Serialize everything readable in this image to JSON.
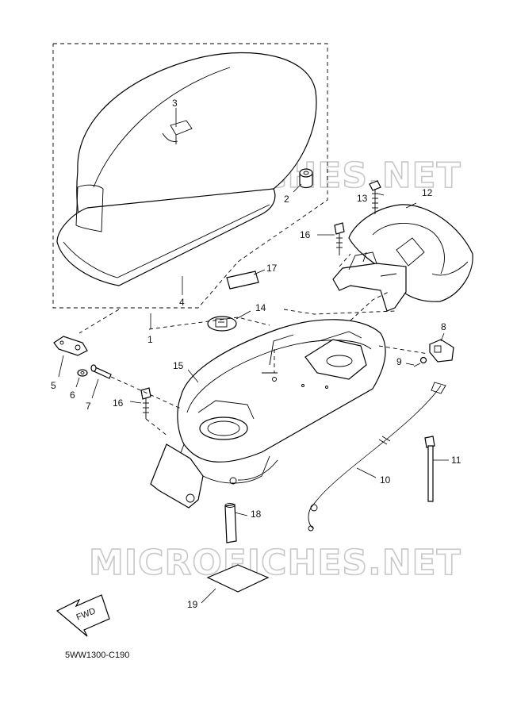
{
  "watermark": "MICROFICHES.NET",
  "diagram_code": "5WW1300-C190",
  "fwd_label": "FWD",
  "callouts": {
    "c1": "1",
    "c2": "2",
    "c3": "3",
    "c4": "4",
    "c5": "5",
    "c6": "6",
    "c7": "7",
    "c8": "8",
    "c9": "9",
    "c10": "10",
    "c11": "11",
    "c12": "12",
    "c13": "13",
    "c14": "14",
    "c15": "15",
    "c16a": "16",
    "c16b": "16",
    "c17": "17",
    "c18": "18",
    "c19": "19"
  }
}
